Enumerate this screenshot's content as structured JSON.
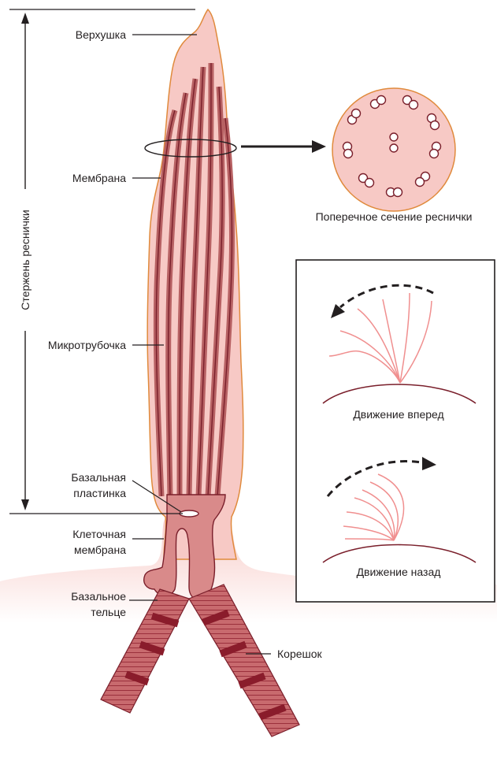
{
  "labels": {
    "tip": "Верхушка",
    "membrane": "Мембрана",
    "microtubule": "Микротрубочка",
    "basal_plate_line1": "Базальная",
    "basal_plate_line2": "пластинка",
    "cell_membrane_line1": "Клеточная",
    "cell_membrane_line2": "мембрана",
    "basal_body_line1": "Базальное",
    "basal_body_line2": "тельце",
    "rootlet": "Корешок",
    "shaft": "Стержень реснички",
    "cross_section": "Поперечное сечение реснички",
    "forward_motion": "Движение вперед",
    "backward_motion": "Движение назад"
  },
  "colors": {
    "cilium_fill": "#f7c9c5",
    "cilium_outline": "#e08a3c",
    "microtubule_fill": "#b76163",
    "microtubule_stroke": "#7a1f2b",
    "rootlet_dark": "#8a1c2b",
    "stroke_lines": "#f08f8f",
    "arrow": "#231f20"
  }
}
